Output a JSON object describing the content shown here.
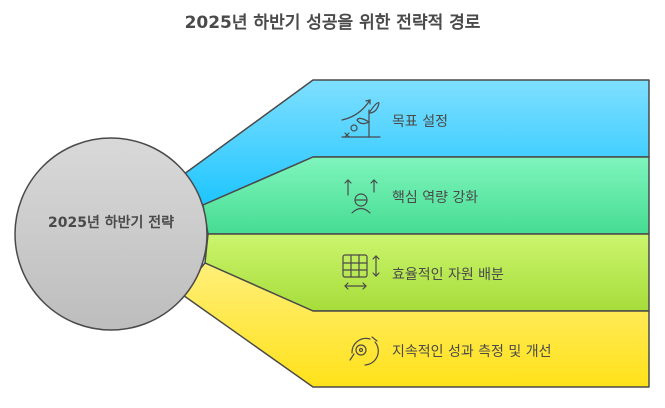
{
  "title": "2025년 하반기 성공을 위한 전략적 경로",
  "center": {
    "label": "2025년 하반기 전략"
  },
  "items": [
    {
      "label": "목표 설정",
      "icon": "plant-growth-icon",
      "color_top": "#7fdfff",
      "color_bottom": "#1ec5ff"
    },
    {
      "label": "핵심 역량 강화",
      "icon": "person-arrows-icon",
      "color_top": "#7ff5bd",
      "color_bottom": "#46dc92"
    },
    {
      "label": "효율적인 자원 배분",
      "icon": "grid-resize-icon",
      "color_top": "#ccf56e",
      "color_bottom": "#a6dd3a"
    },
    {
      "label": "지속적인 성과 측정 및 개선",
      "icon": "gear-cycle-icon",
      "color_top": "#ffef7a",
      "color_bottom": "#ffe21a"
    }
  ]
}
